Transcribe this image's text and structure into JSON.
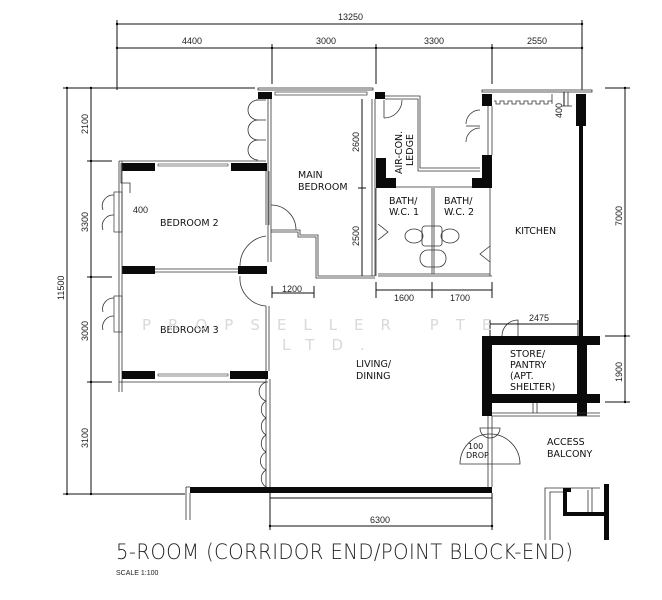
{
  "plan": {
    "title": "5-ROOM (CORRIDOR END/POINT BLOCK-END)",
    "scale": "SCALE 1:100",
    "watermark_line1": "PROPSELLER PTE",
    "watermark_line2": "LTD."
  },
  "dimensions": {
    "top_overall": "13250",
    "top_segments": [
      "4400",
      "3000",
      "3300",
      "2550"
    ],
    "left_overall": "11500",
    "left_segments": [
      "2100",
      "3300",
      "3000",
      "3100"
    ],
    "right_kitchen": "7000",
    "right_store": "1900",
    "kitchen_window_depth": "400",
    "bedroom2_ledge": "400",
    "main_bedroom_upper": "2600",
    "main_bedroom_lower": "2500",
    "corridor_width": "1200",
    "bath1_width": "1600",
    "bath2_width": "1700",
    "store_width": "2475",
    "bottom_living": "6300"
  },
  "rooms": {
    "main_bedroom": [
      "MAIN",
      "BEDROOM"
    ],
    "bedroom2": "BEDROOM 2",
    "bedroom3": "BEDROOM 3",
    "aircon_ledge": [
      "AIR-CON.",
      "LEDGE"
    ],
    "bath1": [
      "BATH/",
      "W.C. 1"
    ],
    "bath2": [
      "BATH/",
      "W.C. 2"
    ],
    "kitchen": "KITCHEN",
    "living_dining": [
      "LIVING/",
      "DINING"
    ],
    "store": [
      "STORE/",
      "PANTRY",
      "(APT.",
      "SHELTER)"
    ],
    "access_balcony": [
      "ACCESS",
      "BALCONY"
    ],
    "drop": [
      "100",
      "DROP"
    ]
  }
}
